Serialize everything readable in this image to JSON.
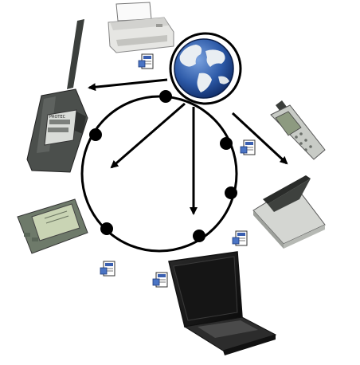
{
  "diagram": {
    "hub": {
      "name": "globe"
    },
    "devices": [
      {
        "id": "printer",
        "name": "printer"
      },
      {
        "id": "radio",
        "name": "two-way-radio",
        "brand": "PROTEC"
      },
      {
        "id": "phone",
        "name": "mobile-phone"
      },
      {
        "id": "pda",
        "name": "pda"
      },
      {
        "id": "scanner",
        "name": "flatbed-scanner"
      },
      {
        "id": "laptop",
        "name": "laptop"
      }
    ],
    "ring": {
      "node_count": 6
    },
    "icons": [
      "document-icon",
      "document-icon",
      "document-icon",
      "document-icon",
      "document-icon"
    ],
    "colors": {
      "line": "#000000",
      "ocean_dark": "#1b3f8a",
      "ocean_light": "#5d86c8",
      "land": "#e9eef2",
      "device_gray": "#4b4f4c",
      "device_light": "#d9dcd8"
    }
  }
}
